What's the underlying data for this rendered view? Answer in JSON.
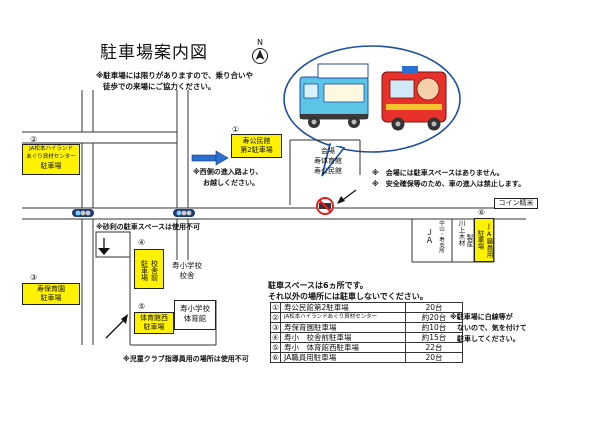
{
  "chart_data": {
    "type": "diagram",
    "title": "駐車場案内図",
    "north_label": "N",
    "notes": {
      "top_1": "※駐車場には限りがありますので、乗り合いや",
      "top_2": "徒歩での来場にご協力ください。",
      "west_entry_1": "※西側の進入路より、",
      "west_entry_2": "お越しください。",
      "venue_1": "※　会場には駐車スペースはありません。",
      "venue_2": "※　安全確保等のため、車の進入は禁止します。",
      "gravel": "※砂利の駐車スペースは使用不可",
      "club": "※児童クラブ指導員用の場所は使用不可",
      "spaces_1": "駐車スペースは6ヵ所です。",
      "spaces_2": "それ以外の場所には駐車しないでください。",
      "lines_1": "※駐車場に白線等が",
      "lines_2": "ないので、気を付けて",
      "lines_3": "駐車してください。"
    },
    "lots": [
      {
        "num": "①",
        "name": "寿公民館",
        "sub": "第2駐車場"
      },
      {
        "num": "②",
        "name": "JA松本ハイランド",
        "sub": "あぐり資材センター",
        "tag": "駐車場"
      },
      {
        "num": "③",
        "name": "寿保育園",
        "sub": "駐車場"
      },
      {
        "num": "④",
        "name": "校舎前",
        "sub": "駐車場"
      },
      {
        "num": "⑤",
        "name": "体育館西",
        "sub": "駐車場"
      },
      {
        "num": "⑥",
        "name": "JA職員用",
        "sub": "駐車場"
      }
    ],
    "venue": {
      "line1": "会場",
      "line2": "寿体育館",
      "line3": "寿公民館"
    },
    "places": {
      "school": "寿小学校",
      "school_sub": "校舎",
      "gym": "寿小学校",
      "gym_sub": "体育館",
      "coin": "コイン精米",
      "ja": "ＪＡ",
      "ja_branch": "中山・寿支所",
      "river": "川上木材",
      "river_sub": "製産"
    },
    "table": [
      {
        "num": "①",
        "name": "寿公民館第2駐車場",
        "count": "20台"
      },
      {
        "num": "②",
        "name": "JA松本ハイランドあぐり資材センター",
        "count": "約20台"
      },
      {
        "num": "③",
        "name": "寿保育園駐車場",
        "count": "約10台"
      },
      {
        "num": "④",
        "name": "寿小　校舎前駐車場",
        "count": "約15台"
      },
      {
        "num": "⑤",
        "name": "寿小　体育館西駐車場",
        "count": "22台"
      },
      {
        "num": "⑥",
        "name": "JA職員用駐車場",
        "count": "20台"
      }
    ]
  }
}
